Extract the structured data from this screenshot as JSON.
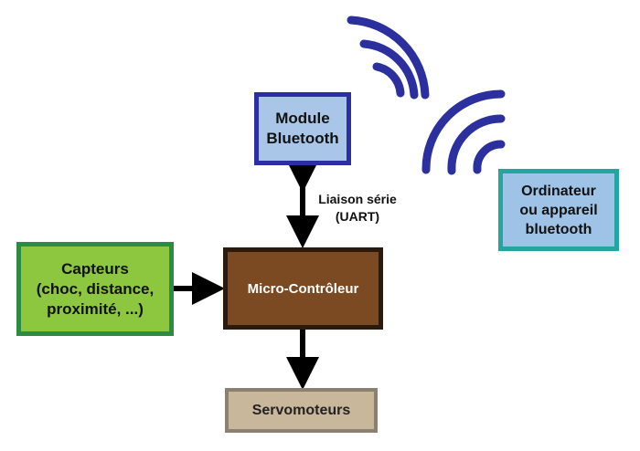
{
  "bluetooth_module": {
    "label": "Module\nBluetooth"
  },
  "computer": {
    "label": "Ordinateur\nou appareil\nbluetooth"
  },
  "sensors": {
    "label": "Capteurs\n(choc, distance,\nproximité, ...)"
  },
  "microcontroller": {
    "label": "Micro-Contrôleur"
  },
  "servos": {
    "label": "Servomoteurs"
  },
  "link": {
    "label": "Liaison série\n(UART)"
  },
  "colors": {
    "waves": "#2c2f9e",
    "bluetooth_border": "#2c2fa3",
    "computer_border": "#24a6a0",
    "sensors_fill": "#8dc63f",
    "sensors_border": "#2e8b43",
    "mcu_fill": "#7b4a22",
    "servo_fill": "#c9b79c"
  }
}
